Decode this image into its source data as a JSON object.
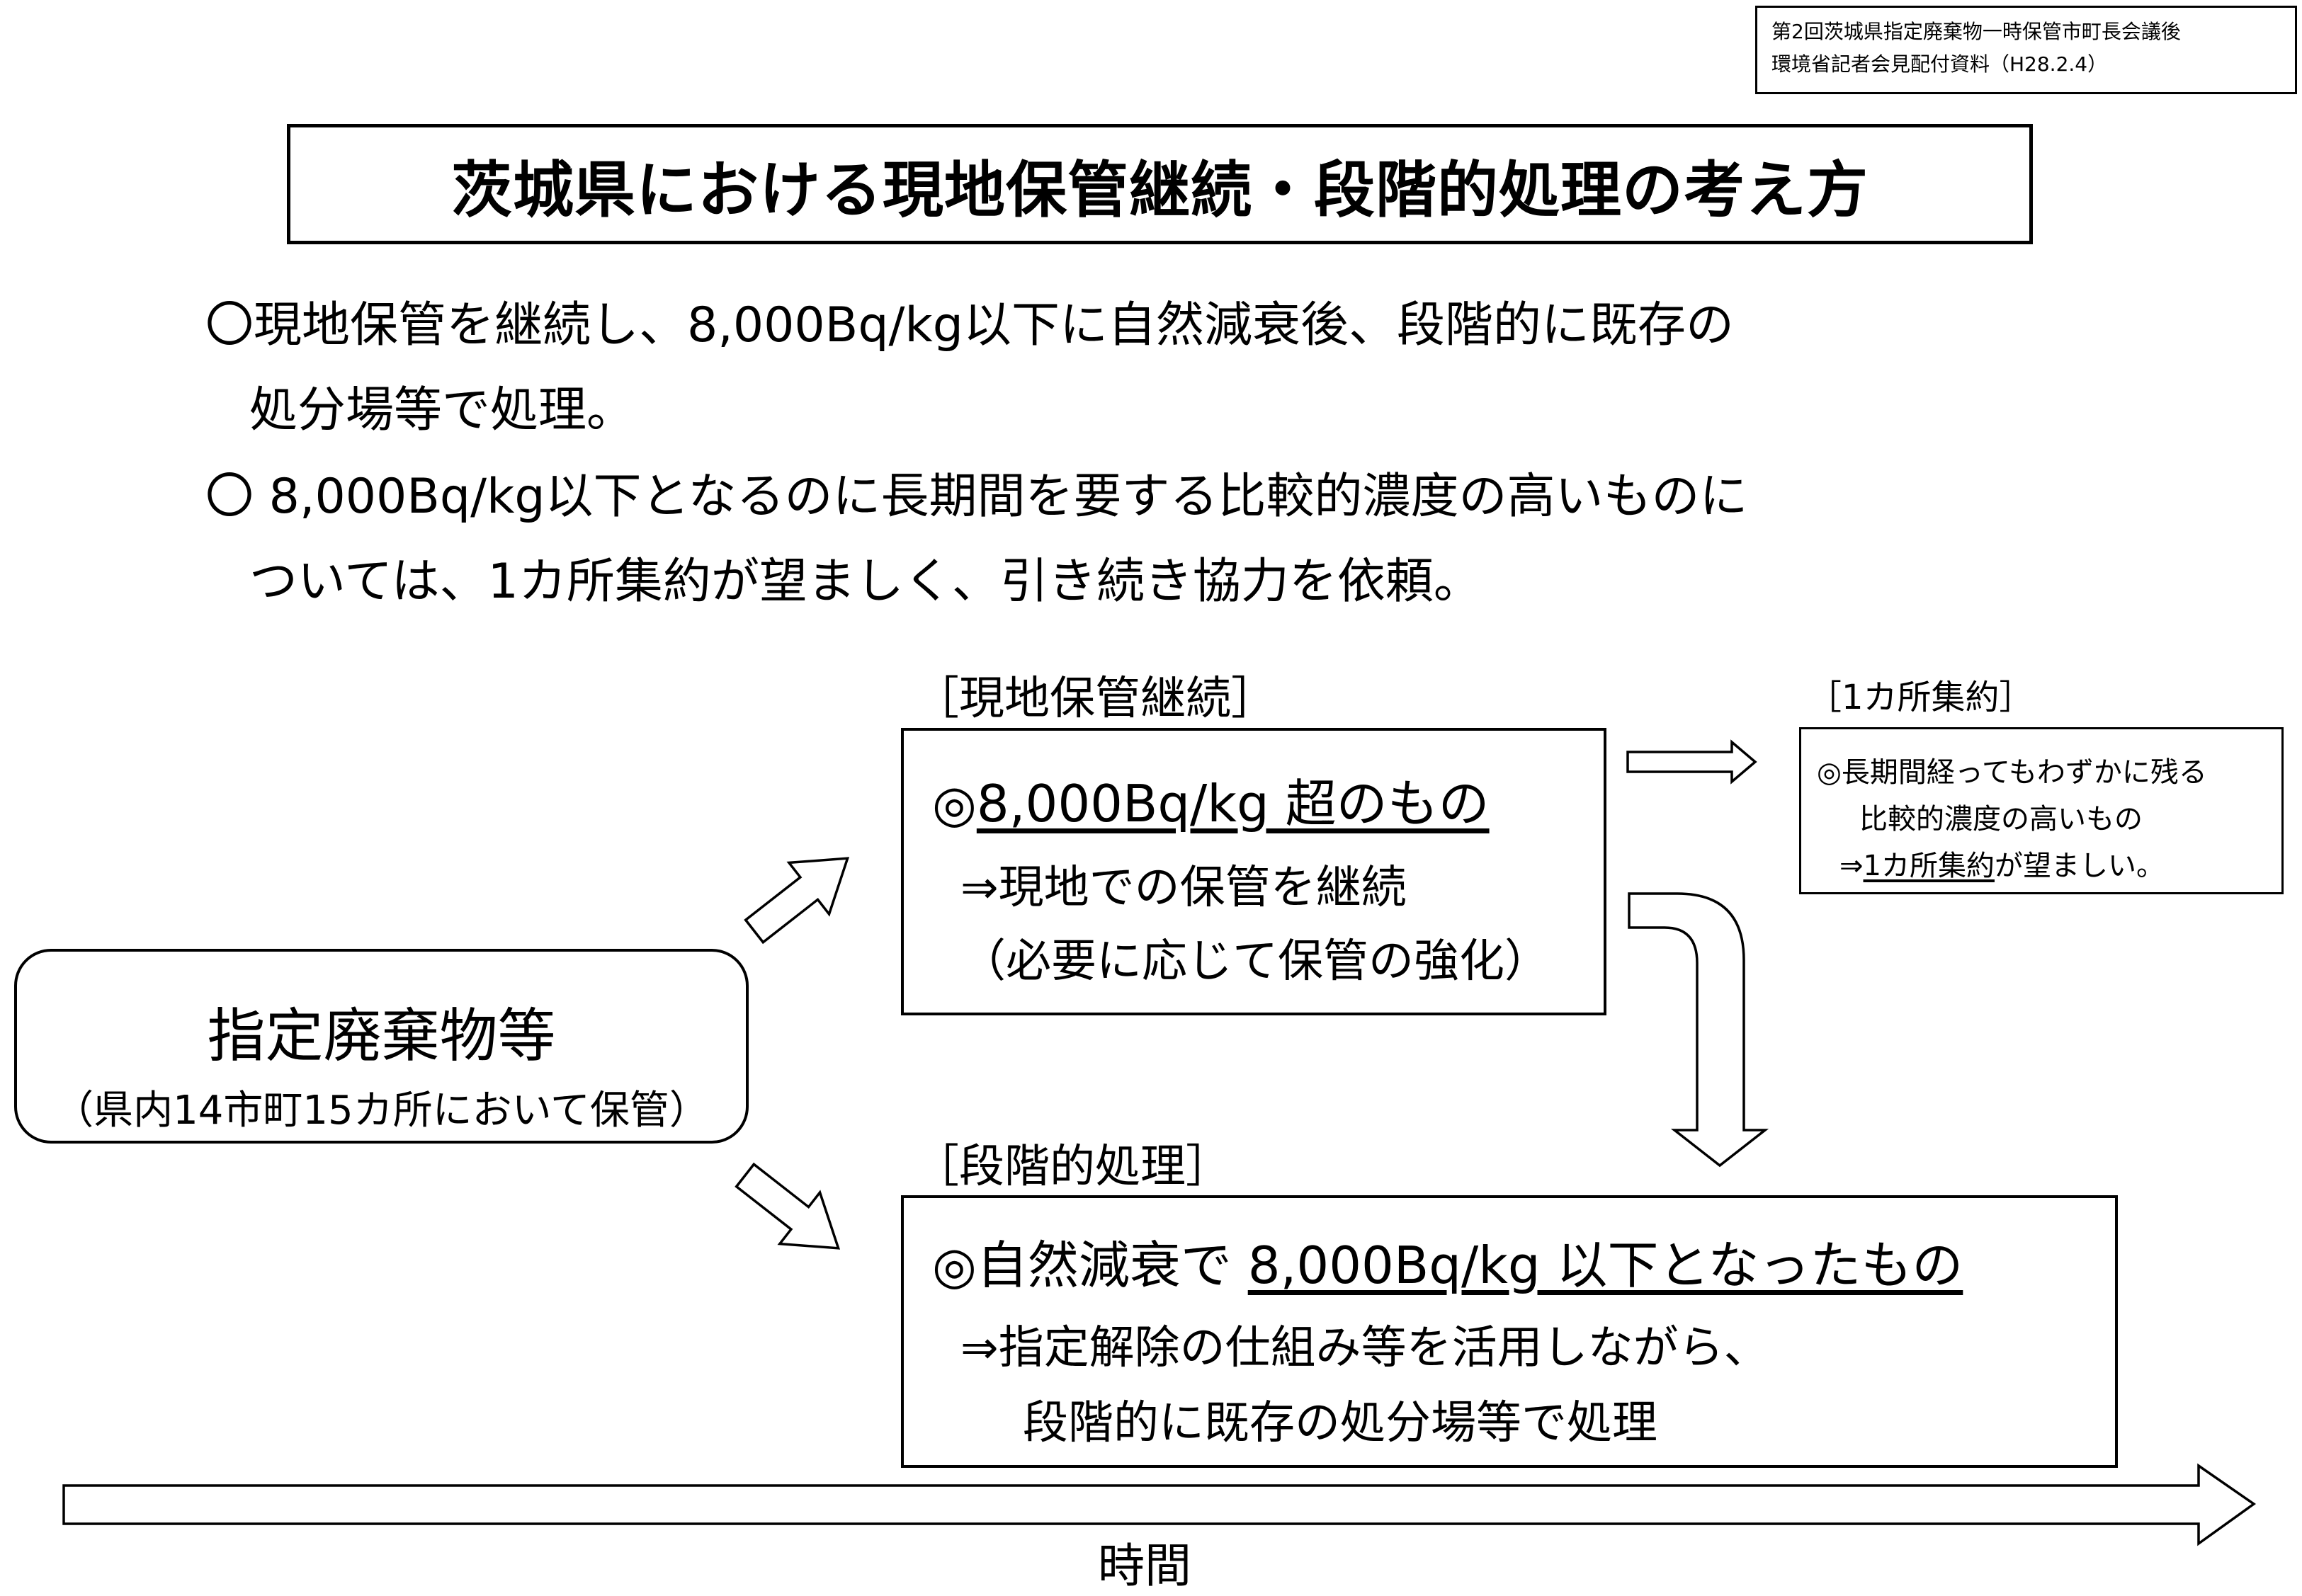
{
  "header_note": {
    "line1": "第2回茨城県指定廃棄物一時保管市町長会議後",
    "line2": "環境省記者会見配付資料（H28.2.4）"
  },
  "title": "茨城県における現地保管継続・段階的処理の考え方",
  "bullets": [
    {
      "line1": "〇現地保管を継続し、8,000Bq/kg以下に自然減衰後、段階的に既存の",
      "line2": "処分場等で処理。"
    },
    {
      "line1": "〇 8,000Bq/kg以下となるのに長期間を要する比較的濃度の高いものに",
      "line2": "ついては、1カ所集約が望ましく、引き続き協力を依頼。"
    }
  ],
  "source_box": {
    "title": "指定廃棄物等",
    "subtitle": "（県内14市町15カ所において保管）"
  },
  "onsite": {
    "label": "［現地保管継続］",
    "mark": "◎",
    "heading": "8,000Bq/kg 超のもの",
    "line1": "⇒現地での保管を継続",
    "line2": "（必要に応じて保管の強化）"
  },
  "consolidation": {
    "label": "［1カ所集約］",
    "line1": "◎長期間経ってもわずかに残る",
    "line2": "比較的濃度の高いもの",
    "line3_prefix": "⇒",
    "line3_underlined": "1カ所集約",
    "line3_suffix": "が望ましい。"
  },
  "staged": {
    "label": "［段階的処理］",
    "mark_prefix": "◎自然減衰で ",
    "heading": "8,000Bq/kg 以下となったもの",
    "line1": "⇒指定解除の仕組み等を活用しながら、",
    "line2": "段階的に既存の処分場等で処理"
  },
  "time_axis": {
    "label": "時間"
  }
}
